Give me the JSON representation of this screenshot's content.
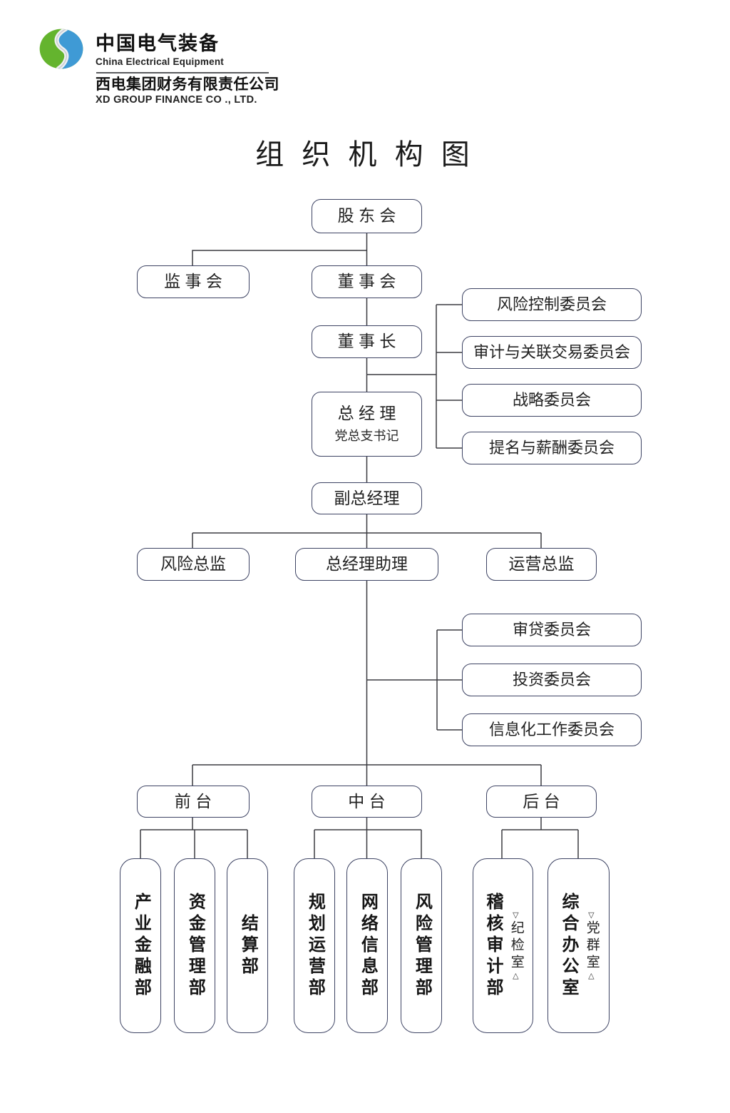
{
  "header": {
    "brand_cn": "中国电气装备",
    "brand_en": "China Electrical Equipment",
    "company_cn": "西电集团财务有限责任公司",
    "company_en": "XD GROUP FINANCE CO ., LTD."
  },
  "title": "组 织 机 构 图",
  "nodes": {
    "shareholders": "股 东 会",
    "supervisory_board": "监 事 会",
    "board_of_directors": "董 事 会",
    "chairman": "董 事 长",
    "risk_control_committee": "风险控制委员会",
    "audit_related_committee": "审计与关联交易委员会",
    "strategy_committee": "战略委员会",
    "nomination_committee": "提名与薪酬委员会",
    "general_manager": "总 经 理",
    "general_manager_sub": "党总支书记",
    "deputy_general_manager": "副总经理",
    "risk_director": "风险总监",
    "gm_assistant": "总经理助理",
    "operations_director": "运营总监",
    "credit_committee": "审贷委员会",
    "investment_committee": "投资委员会",
    "informatization_committee": "信息化工作委员会",
    "front_office": "前 台",
    "middle_office": "中 台",
    "back_office": "后 台",
    "industry_finance_dept": "产业金融部",
    "fund_management_dept": "资金管理部",
    "settlement_dept": "结算部",
    "planning_operation_dept": "规划运营部",
    "network_information_dept": "网络信息部",
    "risk_management_dept": "风险管理部",
    "audit_dept": "稽核审计部",
    "audit_dept_paren": "纪检室",
    "general_office": "综合办公室",
    "general_office_paren": "党群室"
  },
  "marks": {
    "open": "▽",
    "close": "△"
  },
  "colors": {
    "box_border": "#3d4363",
    "connector_line": "#3b3b40",
    "logo_green": "#64b42e",
    "logo_blue": "#3f9ad5",
    "logo_swirl": "#eef0f2"
  }
}
